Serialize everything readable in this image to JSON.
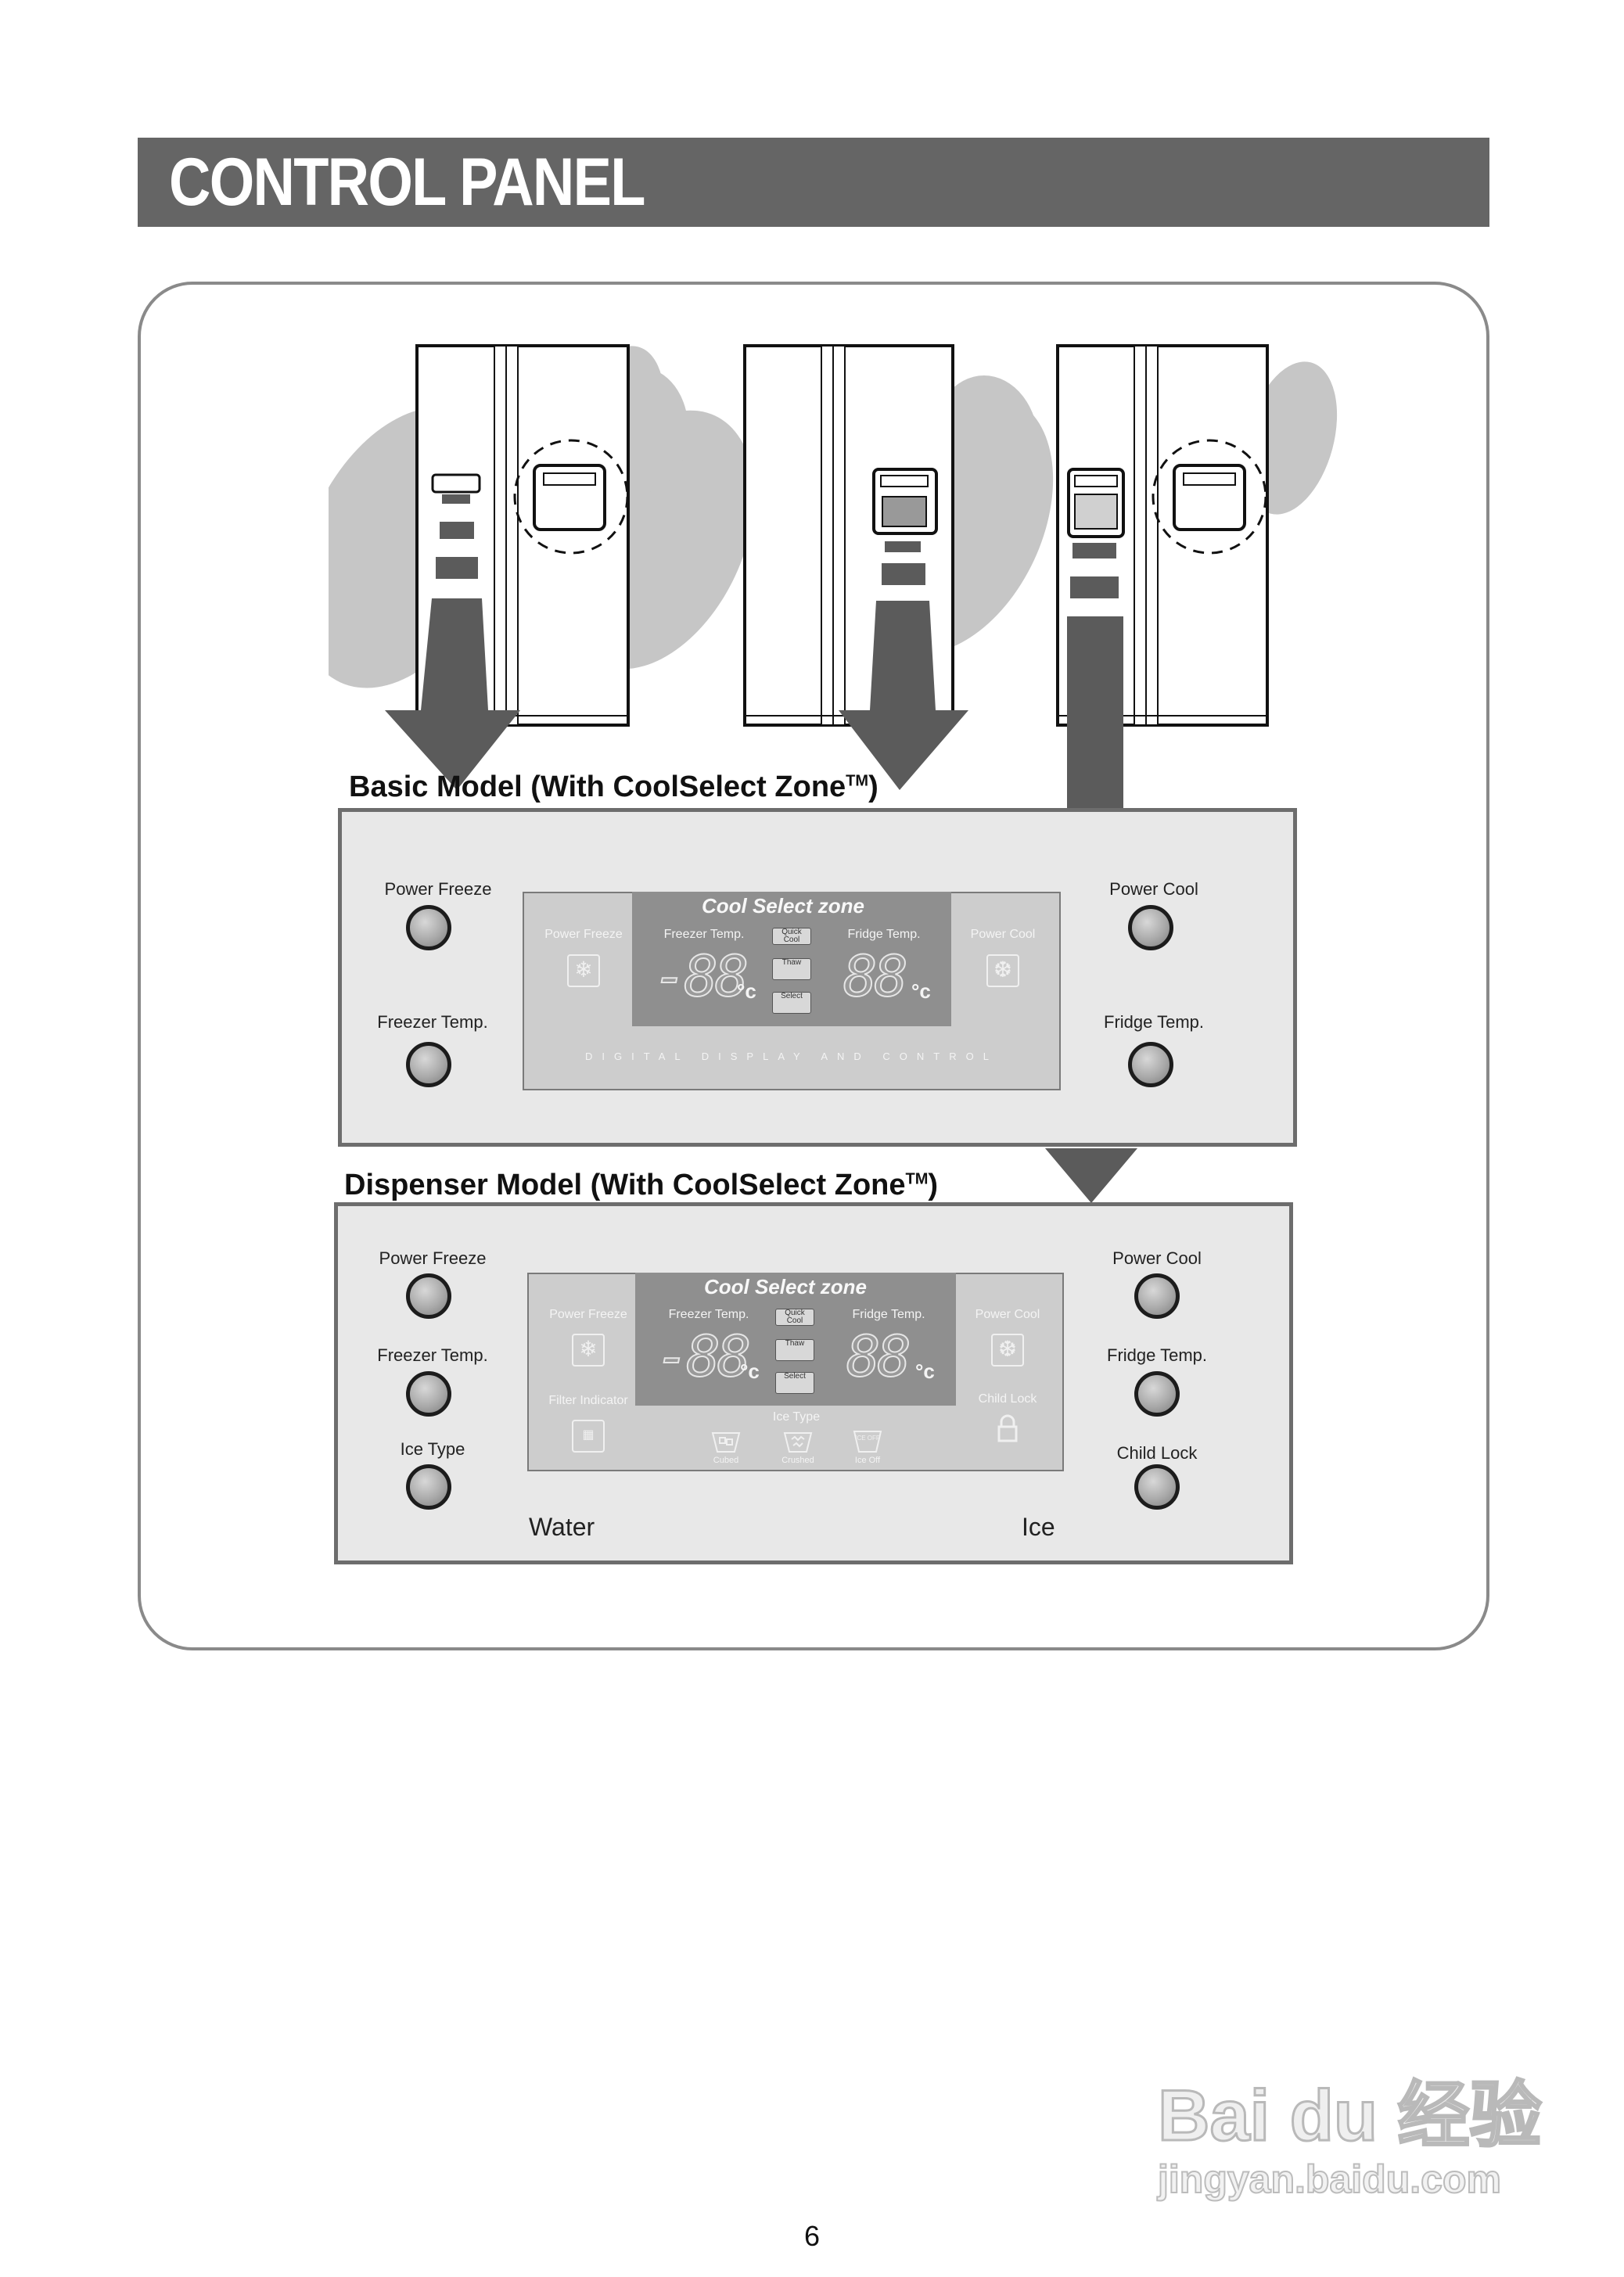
{
  "header": {
    "title": "CONTROL PANEL"
  },
  "basic_model": {
    "title": "Basic Model (With CoolSelect Zone",
    "title_tm": "TM",
    "title_end": ")",
    "buttons": {
      "power_freeze": "Power Freeze",
      "freezer_temp": "Freezer Temp.",
      "power_cool": "Power Cool",
      "fridge_temp": "Fridge Temp."
    },
    "display": {
      "zone_title": "Cool Select zone",
      "power_freeze": "Power Freeze",
      "freezer_temp": "Freezer Temp.",
      "fridge_temp": "Fridge Temp.",
      "power_cool": "Power Cool",
      "quick_cool": "Quick Cool",
      "thaw": "Thaw",
      "select": "Select",
      "freezer_digits": "-88",
      "fridge_digits": "88",
      "unit": "c",
      "footer": "DIGITAL DISPLAY AND CONTROL"
    }
  },
  "dispenser_model": {
    "title": "Dispenser Model (With CoolSelect Zone",
    "title_tm": "TM",
    "title_end": ")",
    "buttons": {
      "power_freeze": "Power Freeze",
      "freezer_temp": "Freezer Temp.",
      "ice_type": "Ice Type",
      "power_cool": "Power Cool",
      "fridge_temp": "Fridge Temp.",
      "child_lock": "Child Lock"
    },
    "display": {
      "zone_title": "Cool Select zone",
      "power_freeze": "Power Freeze",
      "freezer_temp": "Freezer Temp.",
      "fridge_temp": "Fridge Temp.",
      "power_cool": "Power Cool",
      "quick_cool": "Quick Cool",
      "thaw": "Thaw",
      "select": "Select",
      "freezer_digits": "-88",
      "fridge_digits": "88",
      "unit": "c",
      "filter_indicator": "Filter Indicator",
      "child_lock": "Child Lock",
      "ice_type": "Ice Type",
      "cubed": "Cubed",
      "crushed": "Crushed",
      "ice_off": "Ice Off",
      "ice_off_icon": "ICE OFF"
    },
    "water": "Water",
    "ice": "Ice"
  },
  "page_number": "6",
  "watermark": {
    "main": "Bai du 经验",
    "sub": "jingyan.baidu.com"
  },
  "colors": {
    "banner": "#656565",
    "panel": "#e8e8e8",
    "display_center": "#8f8f8f",
    "arrow": "#5b5b5b"
  }
}
